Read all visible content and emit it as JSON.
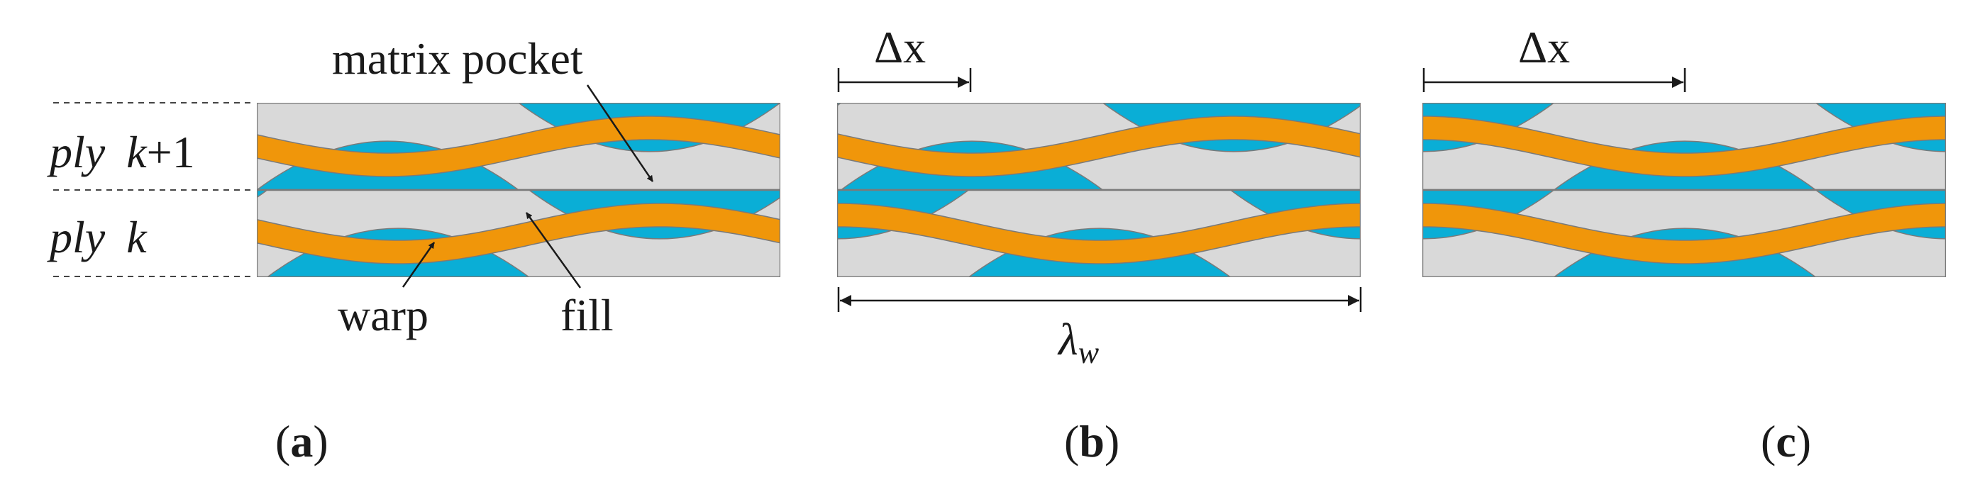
{
  "labels": {
    "ply_k1_word": "ply",
    "ply_k1_var": "k",
    "ply_k1_suffix": "+1",
    "ply_k_word": "ply",
    "ply_k_var": "k",
    "matrix_pocket": "matrix pocket",
    "warp": "warp",
    "fill": "fill",
    "delta_x": "Δx",
    "lambda": "λ",
    "lambda_sub": "w"
  },
  "captions": [
    {
      "open": "(",
      "letter": "a",
      "close": ")"
    },
    {
      "open": "(",
      "letter": "b",
      "close": ")"
    },
    {
      "open": "(",
      "letter": "c",
      "close": ")"
    }
  ],
  "colors": {
    "warp": "#F0960A",
    "fill": "#0AAED6",
    "matrix": "#D9D9D9",
    "outline": "#7a7a7a",
    "text": "#1a1a1a"
  }
}
